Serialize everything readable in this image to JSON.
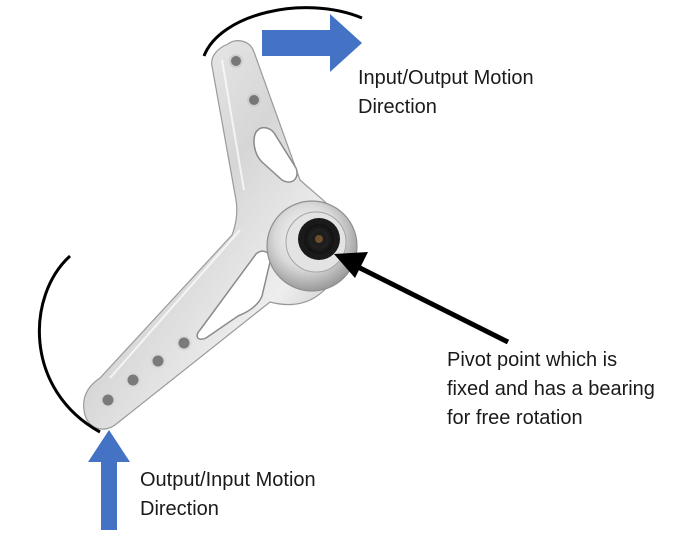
{
  "labels": {
    "top": [
      "Input/Output Motion",
      "Direction"
    ],
    "pivot": [
      "Pivot point which is",
      "fixed and has a bearing",
      "for free rotation"
    ],
    "bottom": [
      "Output/Input Motion",
      "Direction"
    ]
  },
  "colors": {
    "arrow_blue": "#4472C4",
    "arc_black": "#000000",
    "pointer_black": "#000000",
    "metal_light": "#f1f1f1",
    "metal_mid": "#c9c9c9",
    "metal_dark": "#8f8f8f"
  }
}
